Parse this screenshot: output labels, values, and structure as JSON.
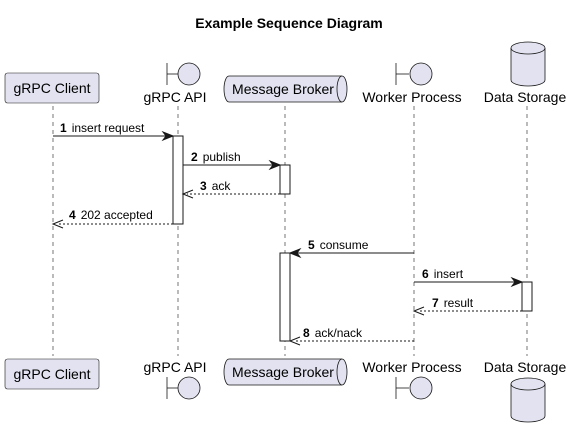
{
  "title": "Example Sequence Diagram",
  "participants": [
    {
      "id": "client",
      "label": "gRPC Client",
      "kind": "participant"
    },
    {
      "id": "api",
      "label": "gRPC API",
      "kind": "boundary"
    },
    {
      "id": "broker",
      "label": "Message Broker",
      "kind": "queue"
    },
    {
      "id": "worker",
      "label": "Worker Process",
      "kind": "boundary"
    },
    {
      "id": "storage",
      "label": "Data Storage",
      "kind": "database"
    }
  ],
  "messages": [
    {
      "num": "1",
      "label": "insert request",
      "from": "client",
      "to": "api",
      "style": "solid"
    },
    {
      "num": "2",
      "label": "publish",
      "from": "api",
      "to": "broker",
      "style": "solid"
    },
    {
      "num": "3",
      "label": "ack",
      "from": "broker",
      "to": "api",
      "style": "dashed"
    },
    {
      "num": "4",
      "label": "202 accepted",
      "from": "api",
      "to": "client",
      "style": "dashed"
    },
    {
      "num": "5",
      "label": "consume",
      "from": "worker",
      "to": "broker",
      "style": "solid"
    },
    {
      "num": "6",
      "label": "insert",
      "from": "worker",
      "to": "storage",
      "style": "solid"
    },
    {
      "num": "7",
      "label": "result",
      "from": "storage",
      "to": "worker",
      "style": "dashed"
    },
    {
      "num": "8",
      "label": "ack/nack",
      "from": "worker",
      "to": "broker",
      "style": "dashed"
    }
  ],
  "colors": {
    "participant_fill": "#E2E2F0",
    "line": "#181818",
    "background": "#FFFFFF"
  }
}
